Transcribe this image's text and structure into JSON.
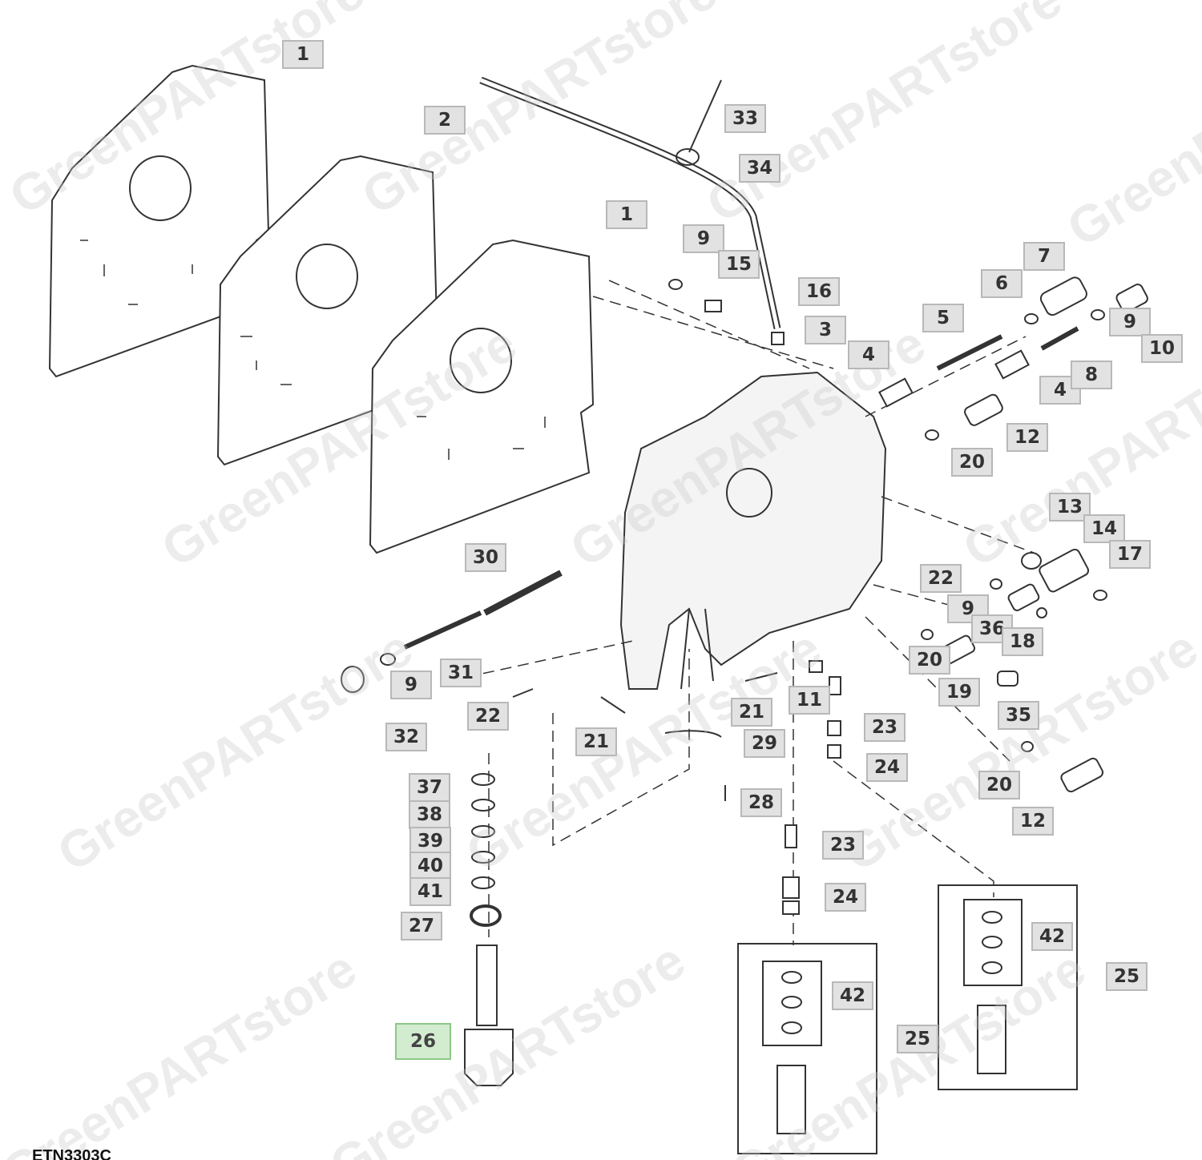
{
  "watermark": "GreenPARTstore",
  "figure_code": "ETN3303C",
  "selected_label": "26",
  "colors": {
    "label_bg": "#e2e2e2",
    "label_selected_bg": "#d3ecd0",
    "line": "#333333"
  },
  "labels": [
    "1",
    "2",
    "33",
    "34",
    "1",
    "9",
    "15",
    "16",
    "3",
    "7",
    "6",
    "5",
    "9",
    "10",
    "4",
    "4",
    "8",
    "12",
    "20",
    "13",
    "14",
    "17",
    "22",
    "30",
    "9",
    "36",
    "18",
    "20",
    "19",
    "35",
    "31",
    "9",
    "11",
    "21",
    "23",
    "22",
    "32",
    "21",
    "29",
    "24",
    "20",
    "12",
    "28",
    "37",
    "38",
    "39",
    "40",
    "41",
    "23",
    "27",
    "24",
    "42",
    "25",
    "42",
    "25",
    "26"
  ]
}
